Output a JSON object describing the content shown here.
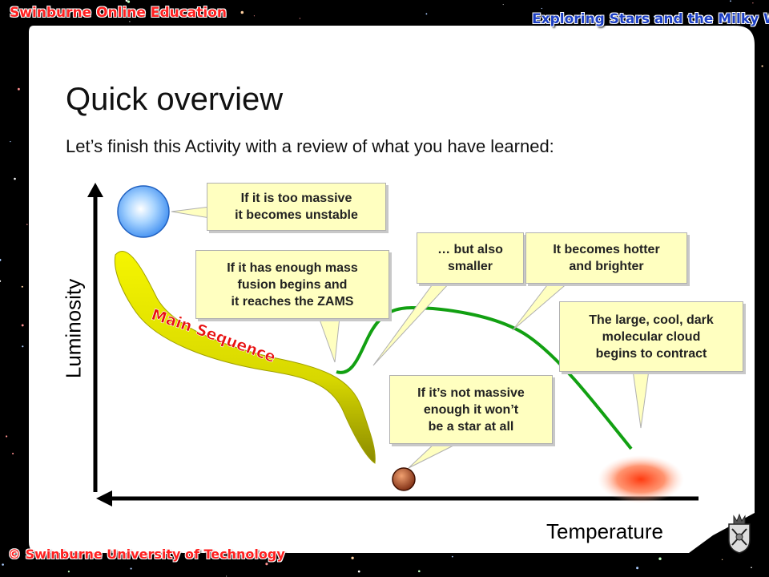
{
  "header": {
    "brand_left": "Swinburne Online Education",
    "brand_right": "Exploring Stars and the Milky Way",
    "footer": "© Swinburne University of Technology"
  },
  "slide": {
    "title": "Quick overview",
    "subtitle": "Let’s finish this Activity with a review of what you have learned:"
  },
  "diagram": {
    "y_axis_label": "Luminosity",
    "x_axis_label": "Temperature",
    "band_label": "Main Sequence",
    "callouts": {
      "too_massive": "If it is too massive\nit becomes unstable",
      "enough_mass": "If it has enough mass\nfusion begins and\nit reaches the ZAMS",
      "also_smaller": "… but also\nsmaller",
      "hotter_brighter": "It becomes hotter\nand brighter",
      "cloud_contract": "The large, cool, dark\nmolecular cloud\nbegins to contract",
      "not_massive": "If it’s not massive\nenough it won’t\nbe a star at all"
    }
  },
  "colors": {
    "track": "#12a012",
    "band_top": "#f5f500",
    "band_bottom": "#8a8a00",
    "band_label": "#e81010",
    "callout_fill": "#ffffc0"
  }
}
